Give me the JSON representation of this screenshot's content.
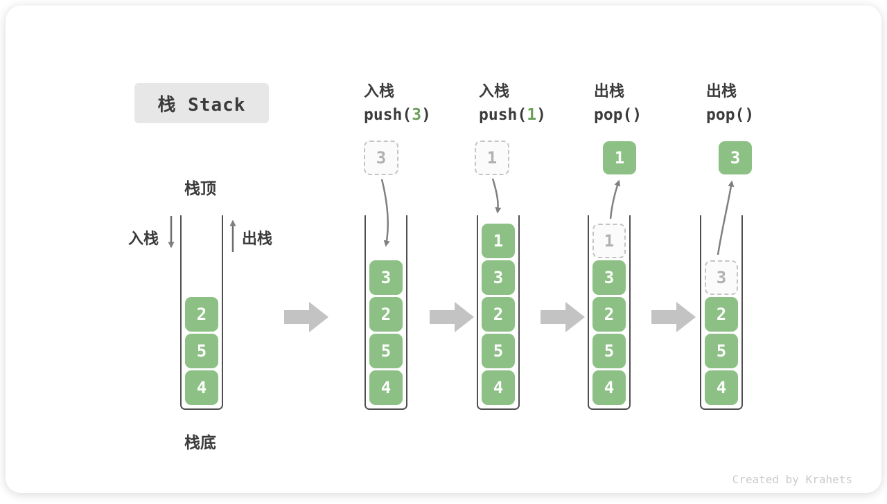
{
  "title": "栈 Stack",
  "legend": {
    "stack_top": "栈顶",
    "stack_bottom": "栈底",
    "push": "入栈",
    "pop": "出栈"
  },
  "initial_stack": {
    "cells": [
      {
        "value": "2",
        "style": "solid"
      },
      {
        "value": "5",
        "style": "solid"
      },
      {
        "value": "4",
        "style": "solid"
      }
    ]
  },
  "steps": [
    {
      "op_label": "入栈",
      "code_prefix": "push(",
      "code_arg": "3",
      "code_suffix": ")",
      "floating_value": "3",
      "floating_style": "dashed",
      "arrow_direction": "down",
      "cells": [
        {
          "value": "3",
          "style": "solid"
        },
        {
          "value": "2",
          "style": "solid"
        },
        {
          "value": "5",
          "style": "solid"
        },
        {
          "value": "4",
          "style": "solid"
        }
      ]
    },
    {
      "op_label": "入栈",
      "code_prefix": "push(",
      "code_arg": "1",
      "code_suffix": ")",
      "floating_value": "1",
      "floating_style": "dashed",
      "arrow_direction": "down",
      "cells": [
        {
          "value": "1",
          "style": "solid"
        },
        {
          "value": "3",
          "style": "solid"
        },
        {
          "value": "2",
          "style": "solid"
        },
        {
          "value": "5",
          "style": "solid"
        },
        {
          "value": "4",
          "style": "solid"
        }
      ]
    },
    {
      "op_label": "出栈",
      "code_prefix": "pop()",
      "code_arg": "",
      "code_suffix": "",
      "floating_value": "1",
      "floating_style": "solid",
      "arrow_direction": "up",
      "cells": [
        {
          "value": "1",
          "style": "dashed"
        },
        {
          "value": "3",
          "style": "solid"
        },
        {
          "value": "2",
          "style": "solid"
        },
        {
          "value": "5",
          "style": "solid"
        },
        {
          "value": "4",
          "style": "solid"
        }
      ]
    },
    {
      "op_label": "出栈",
      "code_prefix": "pop()",
      "code_arg": "",
      "code_suffix": "",
      "floating_value": "3",
      "floating_style": "solid",
      "arrow_direction": "up",
      "cells": [
        {
          "value": "3",
          "style": "dashed"
        },
        {
          "value": "2",
          "style": "solid"
        },
        {
          "value": "5",
          "style": "solid"
        },
        {
          "value": "4",
          "style": "solid"
        }
      ]
    }
  ],
  "watermark": "Created by Krahets",
  "colors": {
    "green_box": "#8CC084",
    "green_text": "#6BA05A",
    "dark_text": "#3B3B3B",
    "title_bg": "#E7E7E7",
    "container_border": "#4F4F4F",
    "dashed_border": "#C4C4C4",
    "dashed_text": "#B0B0B0",
    "dashed_bg": "#FBFBFB",
    "arrow": "#7F7F7F",
    "block_arrow": "#C3C3C3",
    "watermark": "#CBCBCB"
  }
}
